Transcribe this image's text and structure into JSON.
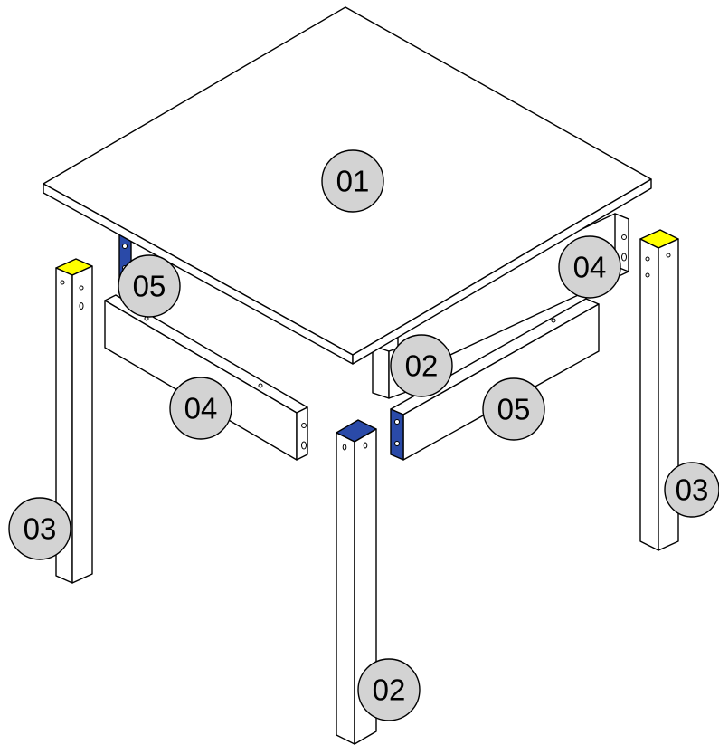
{
  "diagram": {
    "type": "exploded-assembly",
    "colors": {
      "background": "#ffffff",
      "outline": "#000000",
      "label_bubble": "#d3d3d3",
      "leg_cap_type_03": "#ffff00",
      "leg_cap_type_02": "#2a4aa8",
      "bracket_05": "#2a4aa8"
    },
    "parts": [
      {
        "id": "tabletop",
        "label": "01"
      },
      {
        "id": "leg-back",
        "label": "02"
      },
      {
        "id": "leg-front",
        "label": "02"
      },
      {
        "id": "leg-left",
        "label": "03"
      },
      {
        "id": "leg-right",
        "label": "03"
      },
      {
        "id": "apron-left",
        "label": "04"
      },
      {
        "id": "apron-back-right",
        "label": "04"
      },
      {
        "id": "apron-back-left",
        "label": "05"
      },
      {
        "id": "apron-right",
        "label": "05"
      }
    ]
  }
}
